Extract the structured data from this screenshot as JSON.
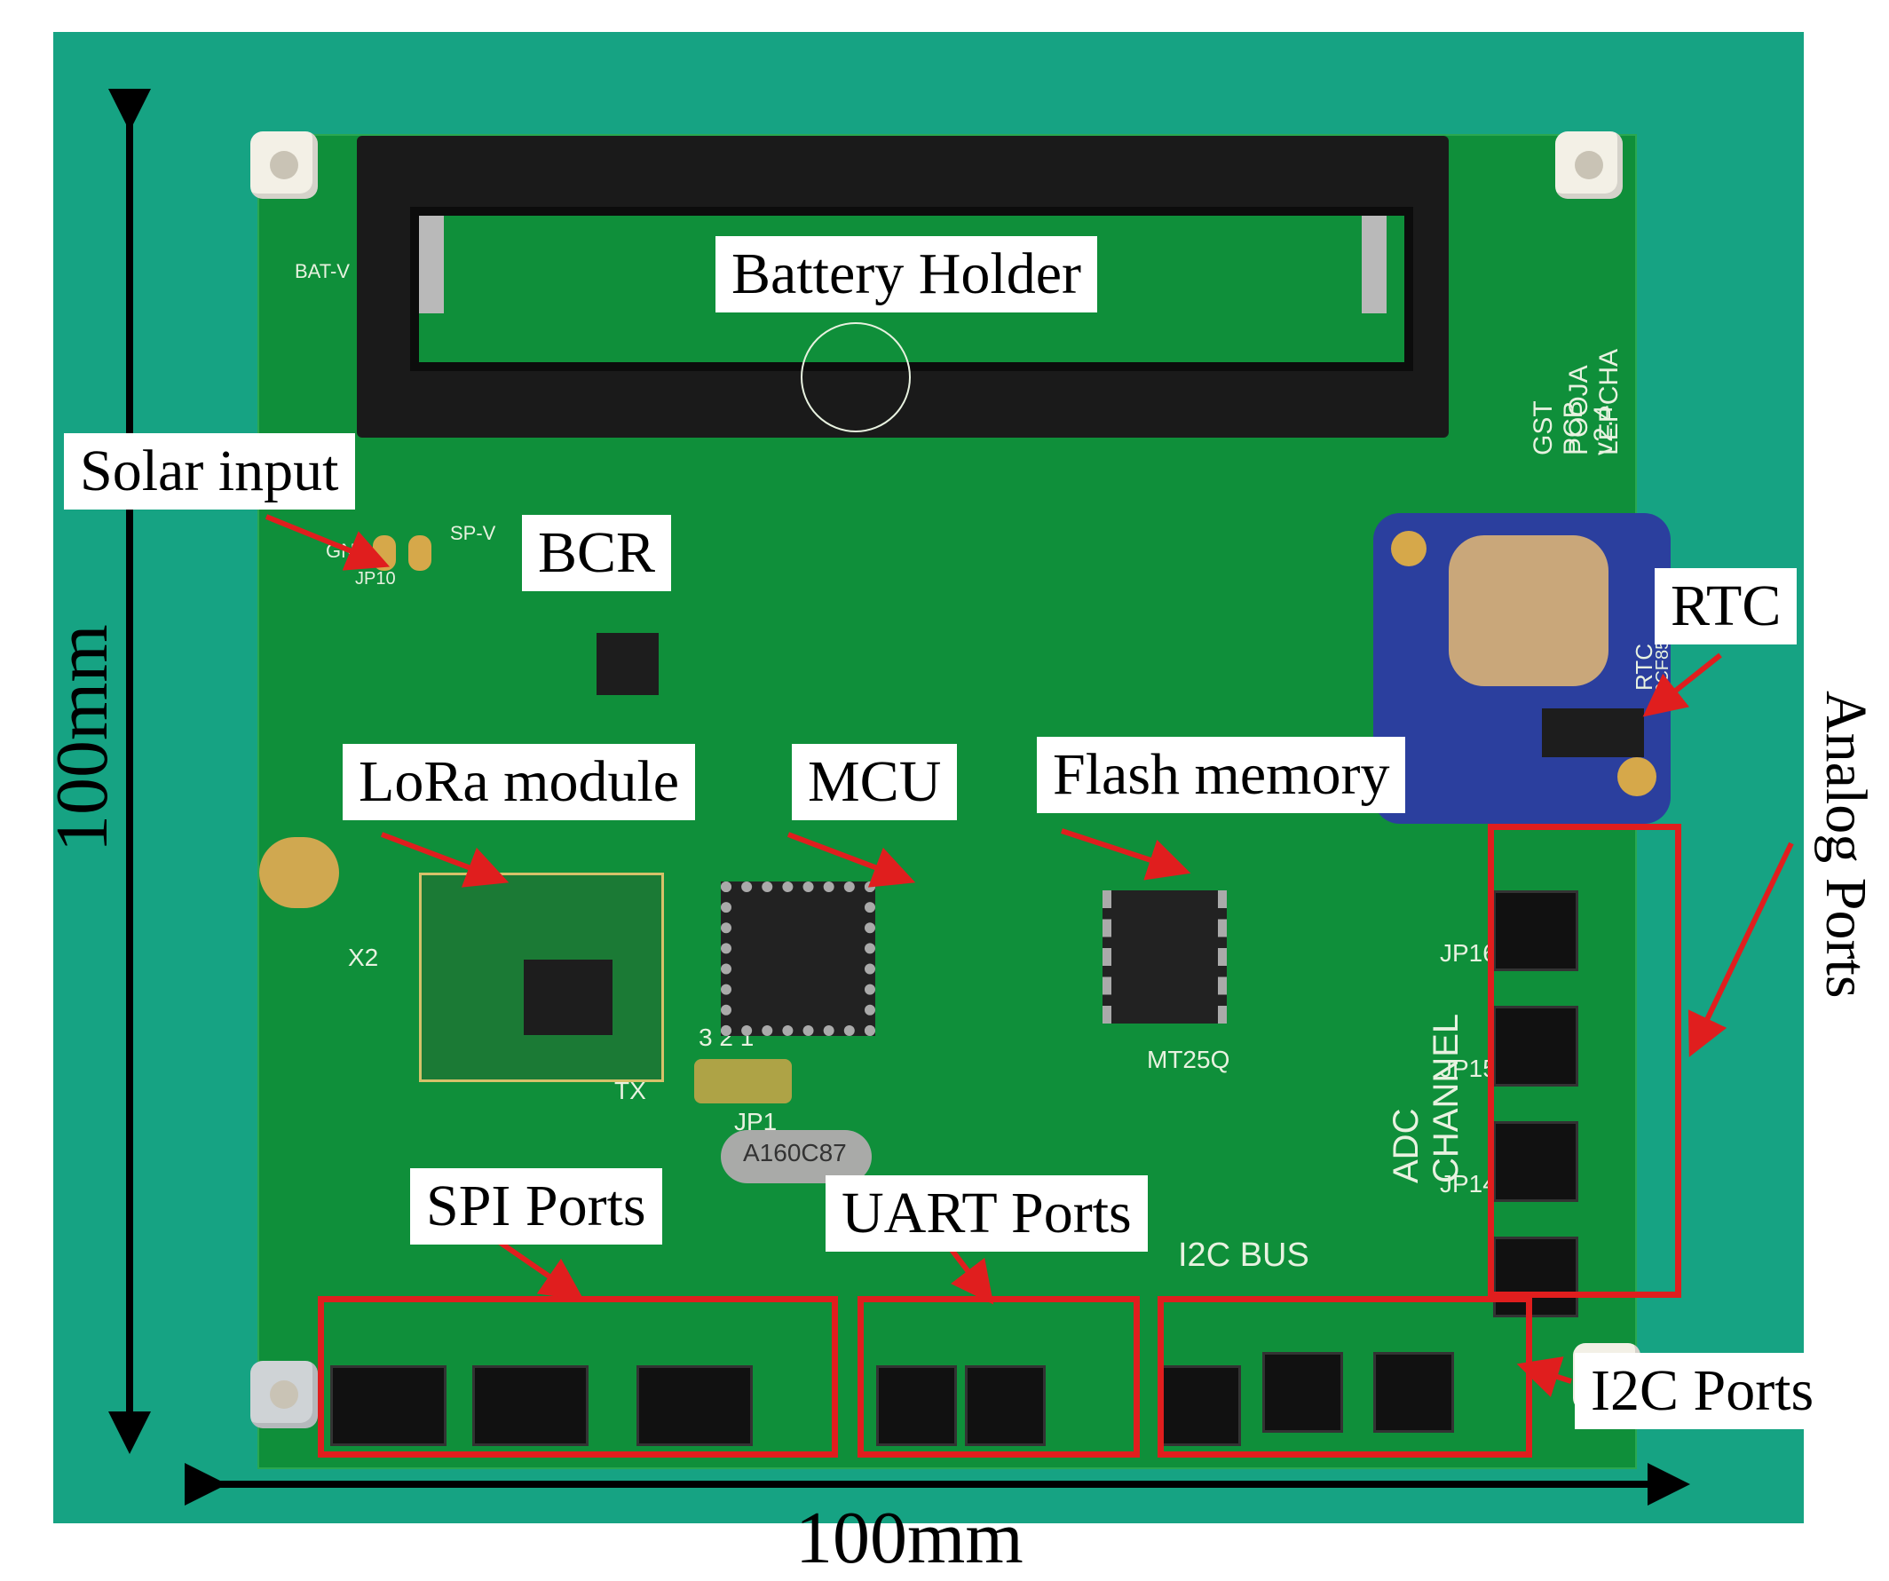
{
  "labels": {
    "battery_holder": "Battery Holder",
    "solar_input": "Solar input",
    "bcr": "BCR",
    "rtc": "RTC",
    "lora_module": "LoRa module",
    "mcu": "MCU",
    "flash_memory": "Flash memory",
    "analog_ports": "Analog Ports",
    "spi_ports": "SPI Ports",
    "uart_ports": "UART Ports",
    "i2c_ports": "I2C Ports"
  },
  "dimensions": {
    "vertical": "100mm",
    "horizontal": "100mm"
  },
  "silkscreen": {
    "board_name": "GST PCB v2.4",
    "designer": "POOJA LEPCHA",
    "adc_channel": "ADC CHANNEL",
    "i2c_bus": "I2C BUS",
    "bat_v": "BAT-V",
    "gnd": "GND",
    "sp_v": "SP-V",
    "jp10": "JP10",
    "jp1": "JP1",
    "x2": "X2",
    "tx": "TX",
    "mt25q": "MT25Q",
    "crystal": "A160C87",
    "rtc_board": "RTC",
    "rtc_chip": "PCF8523",
    "jp16": "JP16 2",
    "jp15": "JP15",
    "jp14": "JP14",
    "jp_header_nums": "3 2 1"
  },
  "colors": {
    "annotation_red": "#e01e1e",
    "pcb_green": "#0f8f3a",
    "background_teal": "#16a383",
    "rtc_board_blue": "#2b3f9e"
  }
}
